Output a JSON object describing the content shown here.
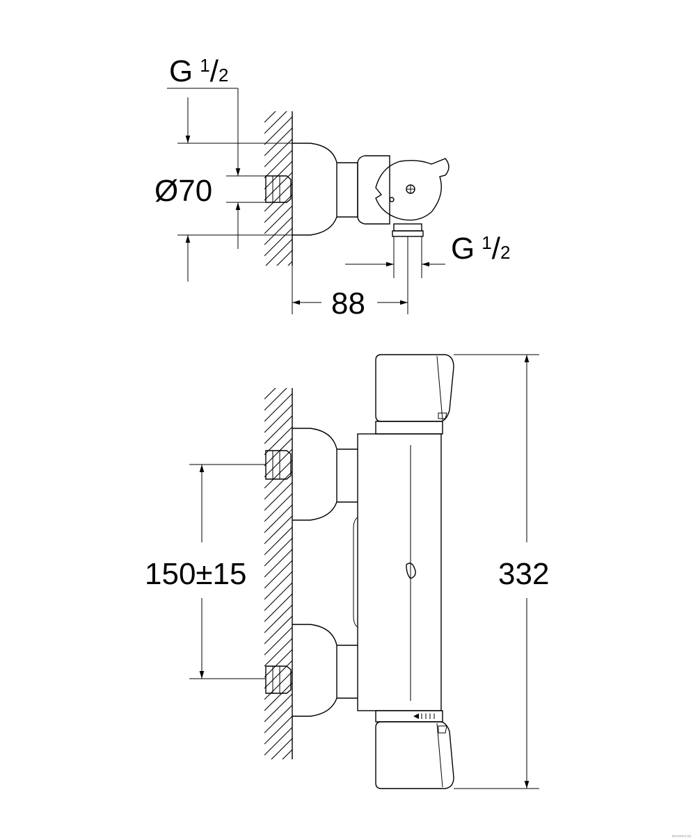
{
  "labels": {
    "inlet_thread_top": {
      "letter": "G",
      "num": "1",
      "slash": "/",
      "den": "2"
    },
    "outlet_thread": {
      "letter": "G",
      "num": "1",
      "slash": "/",
      "den": "2"
    },
    "cover_diameter": "Ø70",
    "projection": "88",
    "inlet_spacing": "150±15",
    "overall_length": "332"
  },
  "watermark": "tecnoeco.hu"
}
